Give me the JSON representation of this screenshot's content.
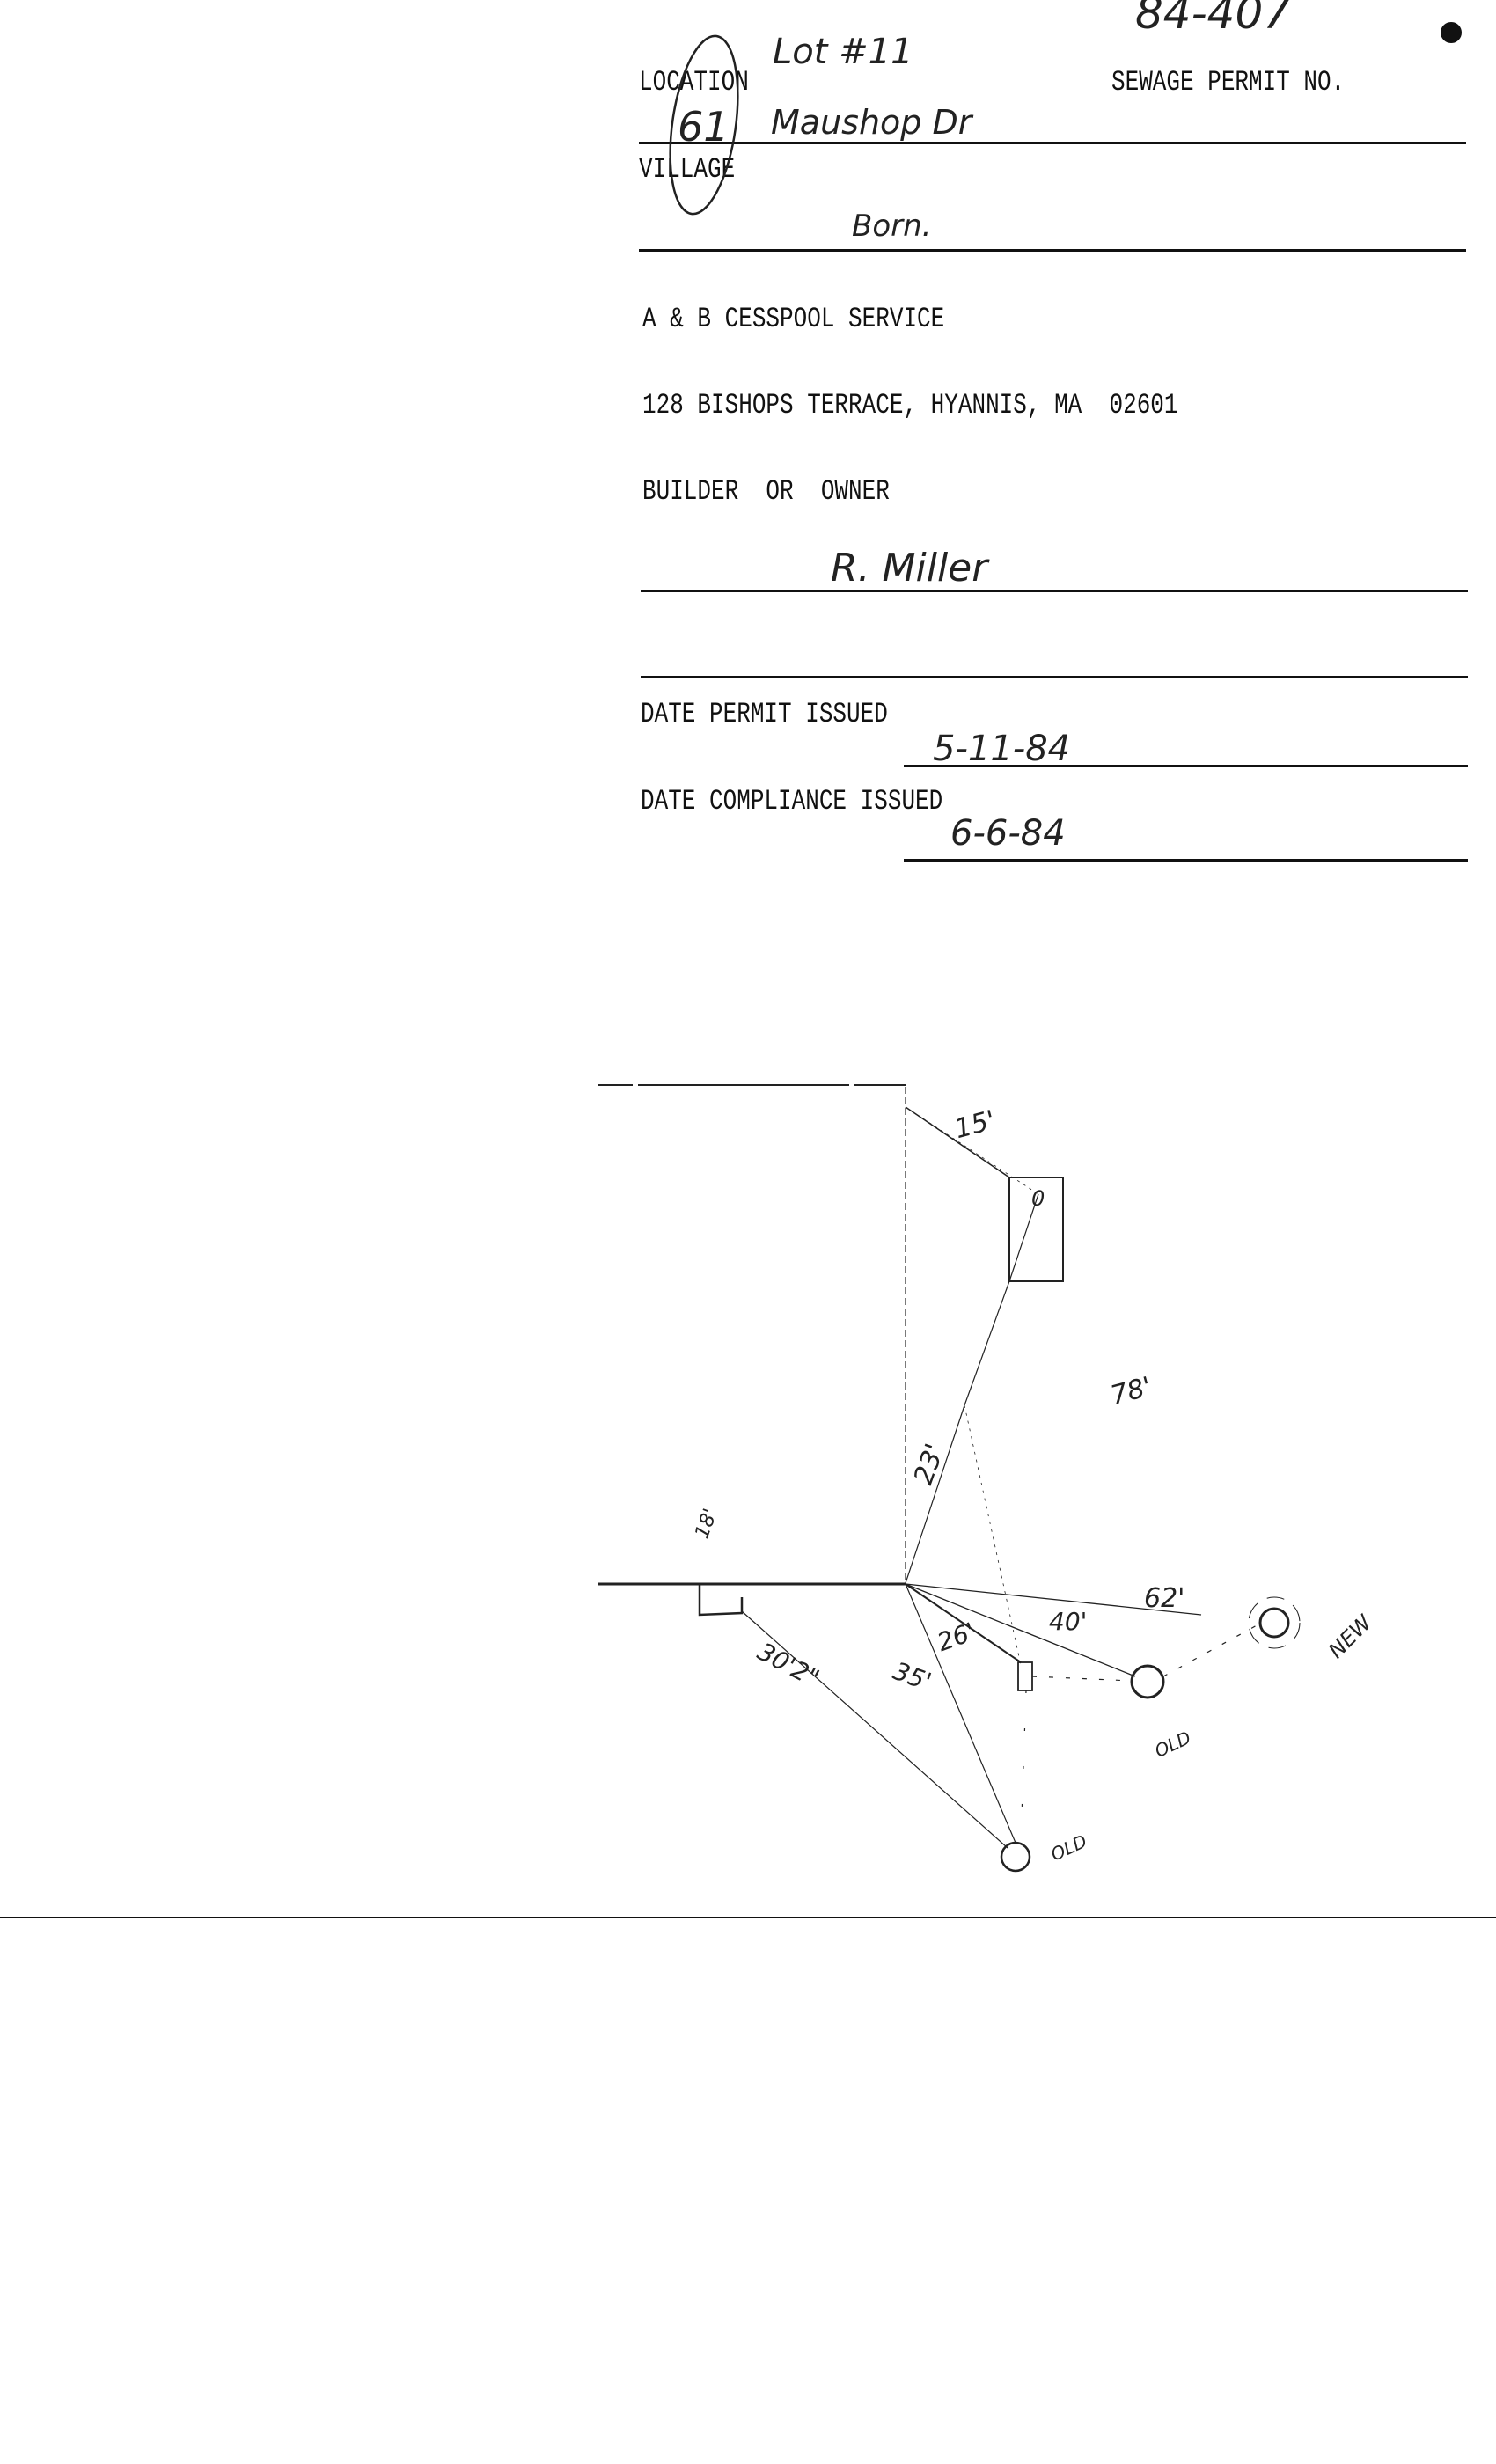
{
  "form": {
    "location_label": "LOCATION",
    "village_label": "VILLAGE",
    "permit_no_label": "SEWAGE PERMIT NO.",
    "company_name": "A & B CESSPOOL SERVICE",
    "company_address": "128 BISHOPS TERRACE, HYANNIS, MA  02601",
    "builder_label": "BUILDER  OR  OWNER",
    "date_permit_label": "DATE PERMIT ISSUED",
    "date_compliance_label": "DATE COMPLIANCE ISSUED"
  },
  "handwritten": {
    "permit_no": "84-407",
    "lot": "Lot #11",
    "house_number": "61",
    "street": "Maushop Dr",
    "village": "Born.",
    "owner": "R. Miller",
    "date_permit": "5-11-84",
    "date_compliance": "6-6-84"
  },
  "diagram": {
    "labels": {
      "d15": "15'",
      "d23": "23'",
      "d78": "78'",
      "d62": "62'",
      "d40": "40'",
      "d26": "26'",
      "d35": "35'",
      "d30": "30'2\"",
      "d18": "18'",
      "new": "NEW",
      "old1": "OLD",
      "old2": "OLD",
      "box_mark": "0"
    }
  }
}
